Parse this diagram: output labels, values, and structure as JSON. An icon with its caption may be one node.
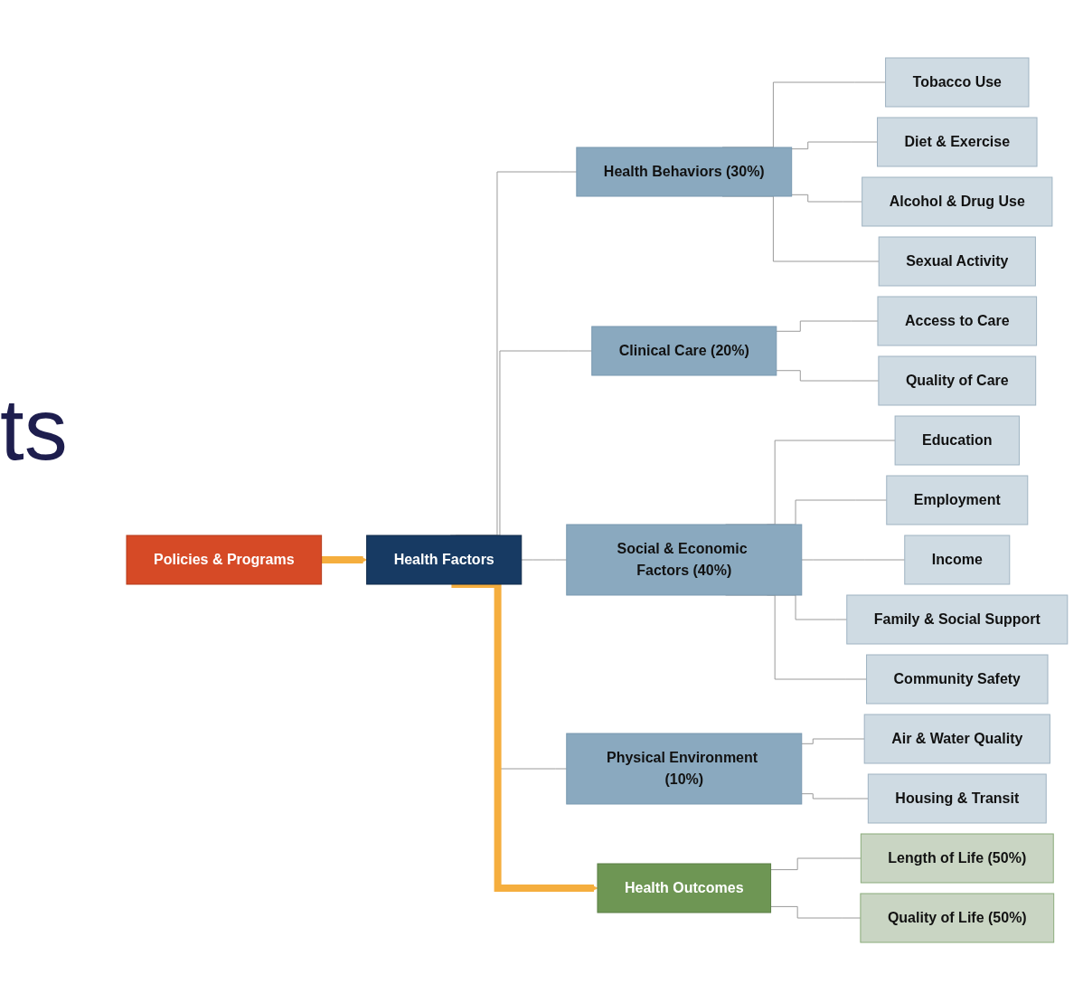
{
  "diagram": {
    "nodes": [
      {
        "text": [
          "Health Outcomes"
        ]
      },
      {
        "text": [
          "Length of Life (50%)"
        ]
      },
      {
        "text": [
          "Quality of Life (50%)"
        ]
      },
      {
        "text": [
          "Health Factors"
        ]
      },
      {
        "text": [
          "Health Behaviors (30%)"
        ]
      },
      {
        "text": [
          "Tobacco Use"
        ]
      },
      {
        "text": [
          "Diet & Exercise"
        ]
      },
      {
        "text": [
          "Alcohol & Drug Use"
        ]
      },
      {
        "text": [
          "Sexual Activity"
        ]
      },
      {
        "text": [
          "Clinical Care (20%)"
        ]
      },
      {
        "text": [
          "Access to Care"
        ]
      },
      {
        "text": [
          "Quality of Care"
        ]
      },
      {
        "text": [
          "Social & Economic Factors (40%)"
        ]
      },
      {
        "text": [
          "Education"
        ]
      },
      {
        "text": [
          "Employment"
        ]
      },
      {
        "text": [
          "Income"
        ]
      },
      {
        "text": [
          "Family & Social Support"
        ]
      },
      {
        "text": [
          "Community Safety"
        ]
      },
      {
        "text": [
          "Physical Environment (10%)"
        ]
      },
      {
        "text": [
          "Air & Water Quality"
        ]
      },
      {
        "text": [
          "Housing & Transit"
        ]
      },
      {
        "text": [
          "Policies & Programs"
        ]
      }
    ],
    "edges": [
      {
        "from": 0,
        "to": 1,
        "arrow": "none"
      },
      {
        "from": 0,
        "to": 2,
        "arrow": "none"
      },
      {
        "from": 3,
        "to": 4,
        "arrow": "none"
      },
      {
        "from": 3,
        "to": 9,
        "arrow": "none"
      },
      {
        "from": 3,
        "to": 12,
        "arrow": "none"
      },
      {
        "from": 3,
        "to": 18,
        "arrow": "none"
      },
      {
        "from": 4,
        "to": 5,
        "arrow": "none"
      },
      {
        "from": 4,
        "to": 6,
        "arrow": "none"
      },
      {
        "from": 4,
        "to": 7,
        "arrow": "none"
      },
      {
        "from": 4,
        "to": 8,
        "arrow": "none"
      },
      {
        "from": 9,
        "to": 10,
        "arrow": "none"
      },
      {
        "from": 9,
        "to": 11,
        "arrow": "none"
      },
      {
        "from": 12,
        "to": 13,
        "arrow": "none"
      },
      {
        "from": 12,
        "to": 14,
        "arrow": "none"
      },
      {
        "from": 12,
        "to": 15,
        "arrow": "none"
      },
      {
        "from": 12,
        "to": 16,
        "arrow": "none"
      },
      {
        "from": 12,
        "to": 17,
        "arrow": "none"
      },
      {
        "from": 18,
        "to": 19,
        "arrow": "none"
      },
      {
        "from": 18,
        "to": 20,
        "arrow": "none"
      },
      {
        "from": 21,
        "to": 3,
        "arrow": "to",
        "style": "thick",
        "color": "#f5ae3e"
      },
      {
        "from": 3,
        "to": 0,
        "arrow": "to",
        "style": "thick",
        "color": "#f5ae3e"
      }
    ],
    "labels": [
      "ts"
    ]
  }
}
